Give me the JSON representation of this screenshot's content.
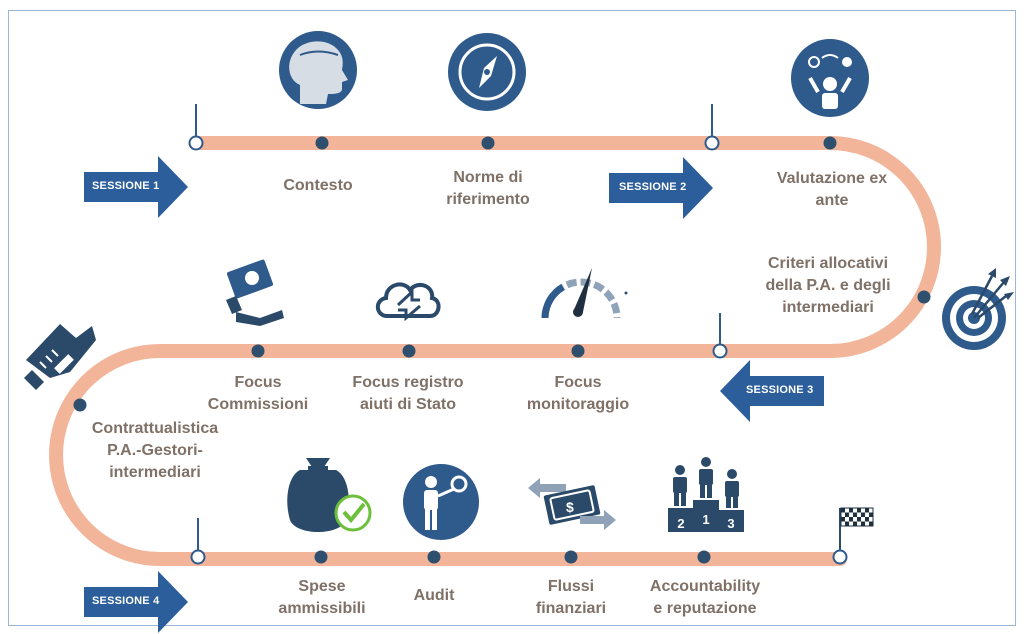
{
  "sessions": {
    "s1": "SESSIONE 1",
    "s2": "SESSIONE 2",
    "s3": "SESSIONE 3",
    "s4": "SESSIONE 4"
  },
  "steps": {
    "contesto": "Contesto",
    "norme": "Norme di\nriferimento",
    "valutazione": "Valutazione ex\nante",
    "criteri": "Criteri allocativi\ndella P.A. e degli\nintermediari",
    "focus_monitoraggio": "Focus\nmonitoraggio",
    "focus_registro": "Focus registro\naiuti di Stato",
    "focus_commissioni": "Focus\nCommissioni",
    "contrattualistica": "Contrattualistica\nP.A.-Gestori-\nintermediari",
    "spese": "Spese\nammissibili",
    "audit": "Audit",
    "flussi": "Flussi\nfinanziari",
    "accountability": "Accountability\ne reputazione"
  },
  "podium": {
    "first": "1",
    "second": "2",
    "third": "3"
  },
  "icons": [
    "head-profile-icon",
    "compass-icon",
    "person-idea-icon",
    "target-arrows-icon",
    "speedometer-icon",
    "cloud-sync-icon",
    "money-hand-icon",
    "handshake-icon",
    "money-bag-check-icon",
    "person-magnifier-icon",
    "money-transfer-icon",
    "podium-icon",
    "finish-flag-icon"
  ],
  "colors": {
    "road": "#f2b59a",
    "node": "#2f4f6f",
    "icon_dark": "#2b4a6a",
    "icon_circle": "#2f5a8c",
    "arrow": "#2b5e9b",
    "text": "#7f7167",
    "check": "#6cbf3b"
  }
}
